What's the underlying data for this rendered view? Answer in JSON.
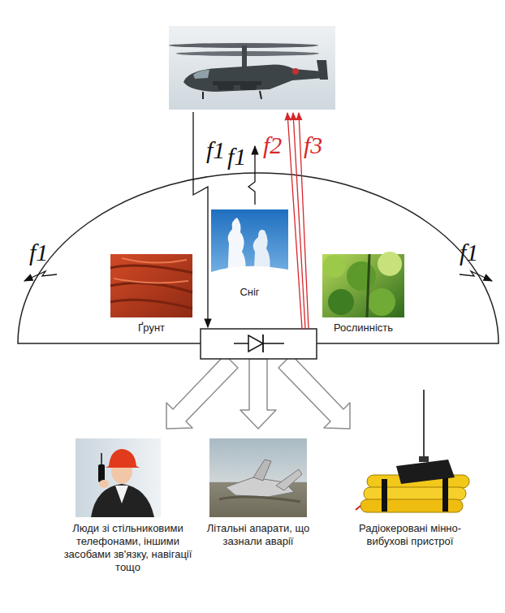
{
  "diagram": {
    "nodes": [
      {
        "text": [
          "Ґрунт"
        ]
      },
      {
        "text": [
          "Сніг"
        ]
      },
      {
        "text": [
          "Рослинність"
        ]
      },
      {
        "text": [
          "Люди зі стільниковими телефонами, іншими засобами зв'язку, навігації тощо"
        ]
      },
      {
        "text": [
          "Літальні апарати, що зазнали аварії"
        ]
      },
      {
        "text": [
          "Радіокеровані мінно-вибухові пристрої"
        ]
      }
    ],
    "labels": [
      "f1",
      "f1",
      "f2",
      "f3",
      "f1",
      "f1"
    ]
  }
}
